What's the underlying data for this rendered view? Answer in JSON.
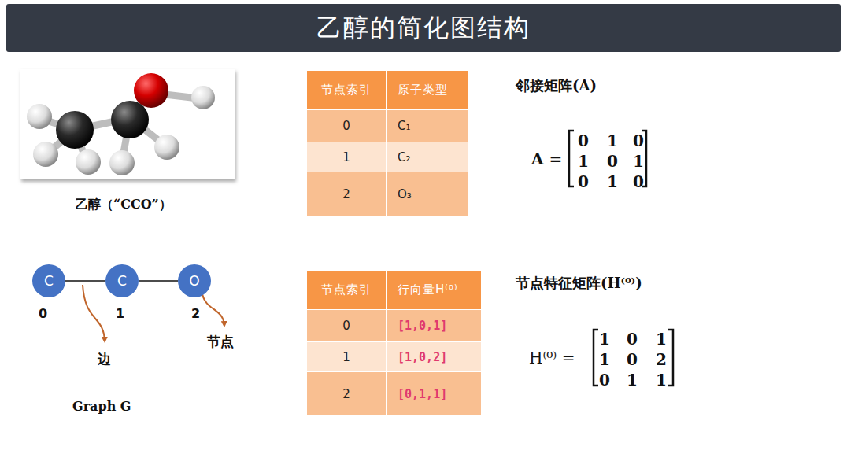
{
  "diagram": {
    "title": "乙醇的简化图结构",
    "nodes": [
      {
        "text": [
          "C"
        ]
      },
      {
        "text": [
          "C"
        ]
      },
      {
        "text": [
          "O"
        ]
      }
    ],
    "edges": [
      {
        "from": 0,
        "to": 1,
        "arrow": "none"
      },
      {
        "from": 1,
        "to": 2,
        "arrow": "none"
      }
    ],
    "labels": [
      "节点索引",
      "原子类型",
      "0",
      "C₁",
      "1",
      "C₂",
      "2",
      "O₃",
      "邻接矩阵(A)",
      "A =",
      "0",
      "1",
      "0",
      "1",
      "0",
      "1",
      "0",
      "1",
      "0",
      "乙醇（“CCO”）",
      "0",
      "1",
      "2",
      "边",
      "节点",
      "Graph G",
      "节点索引",
      "行向量H⁽⁰⁾",
      "0",
      "[1,0,1]",
      "1",
      "[1,0,2]",
      "2",
      "[0,1,1]",
      "节点特征矩阵(H⁽⁰⁾)",
      "H⁽⁰⁾ =",
      "1",
      "0",
      "1",
      "1",
      "0",
      "2",
      "0",
      "1",
      "1"
    ]
  }
}
